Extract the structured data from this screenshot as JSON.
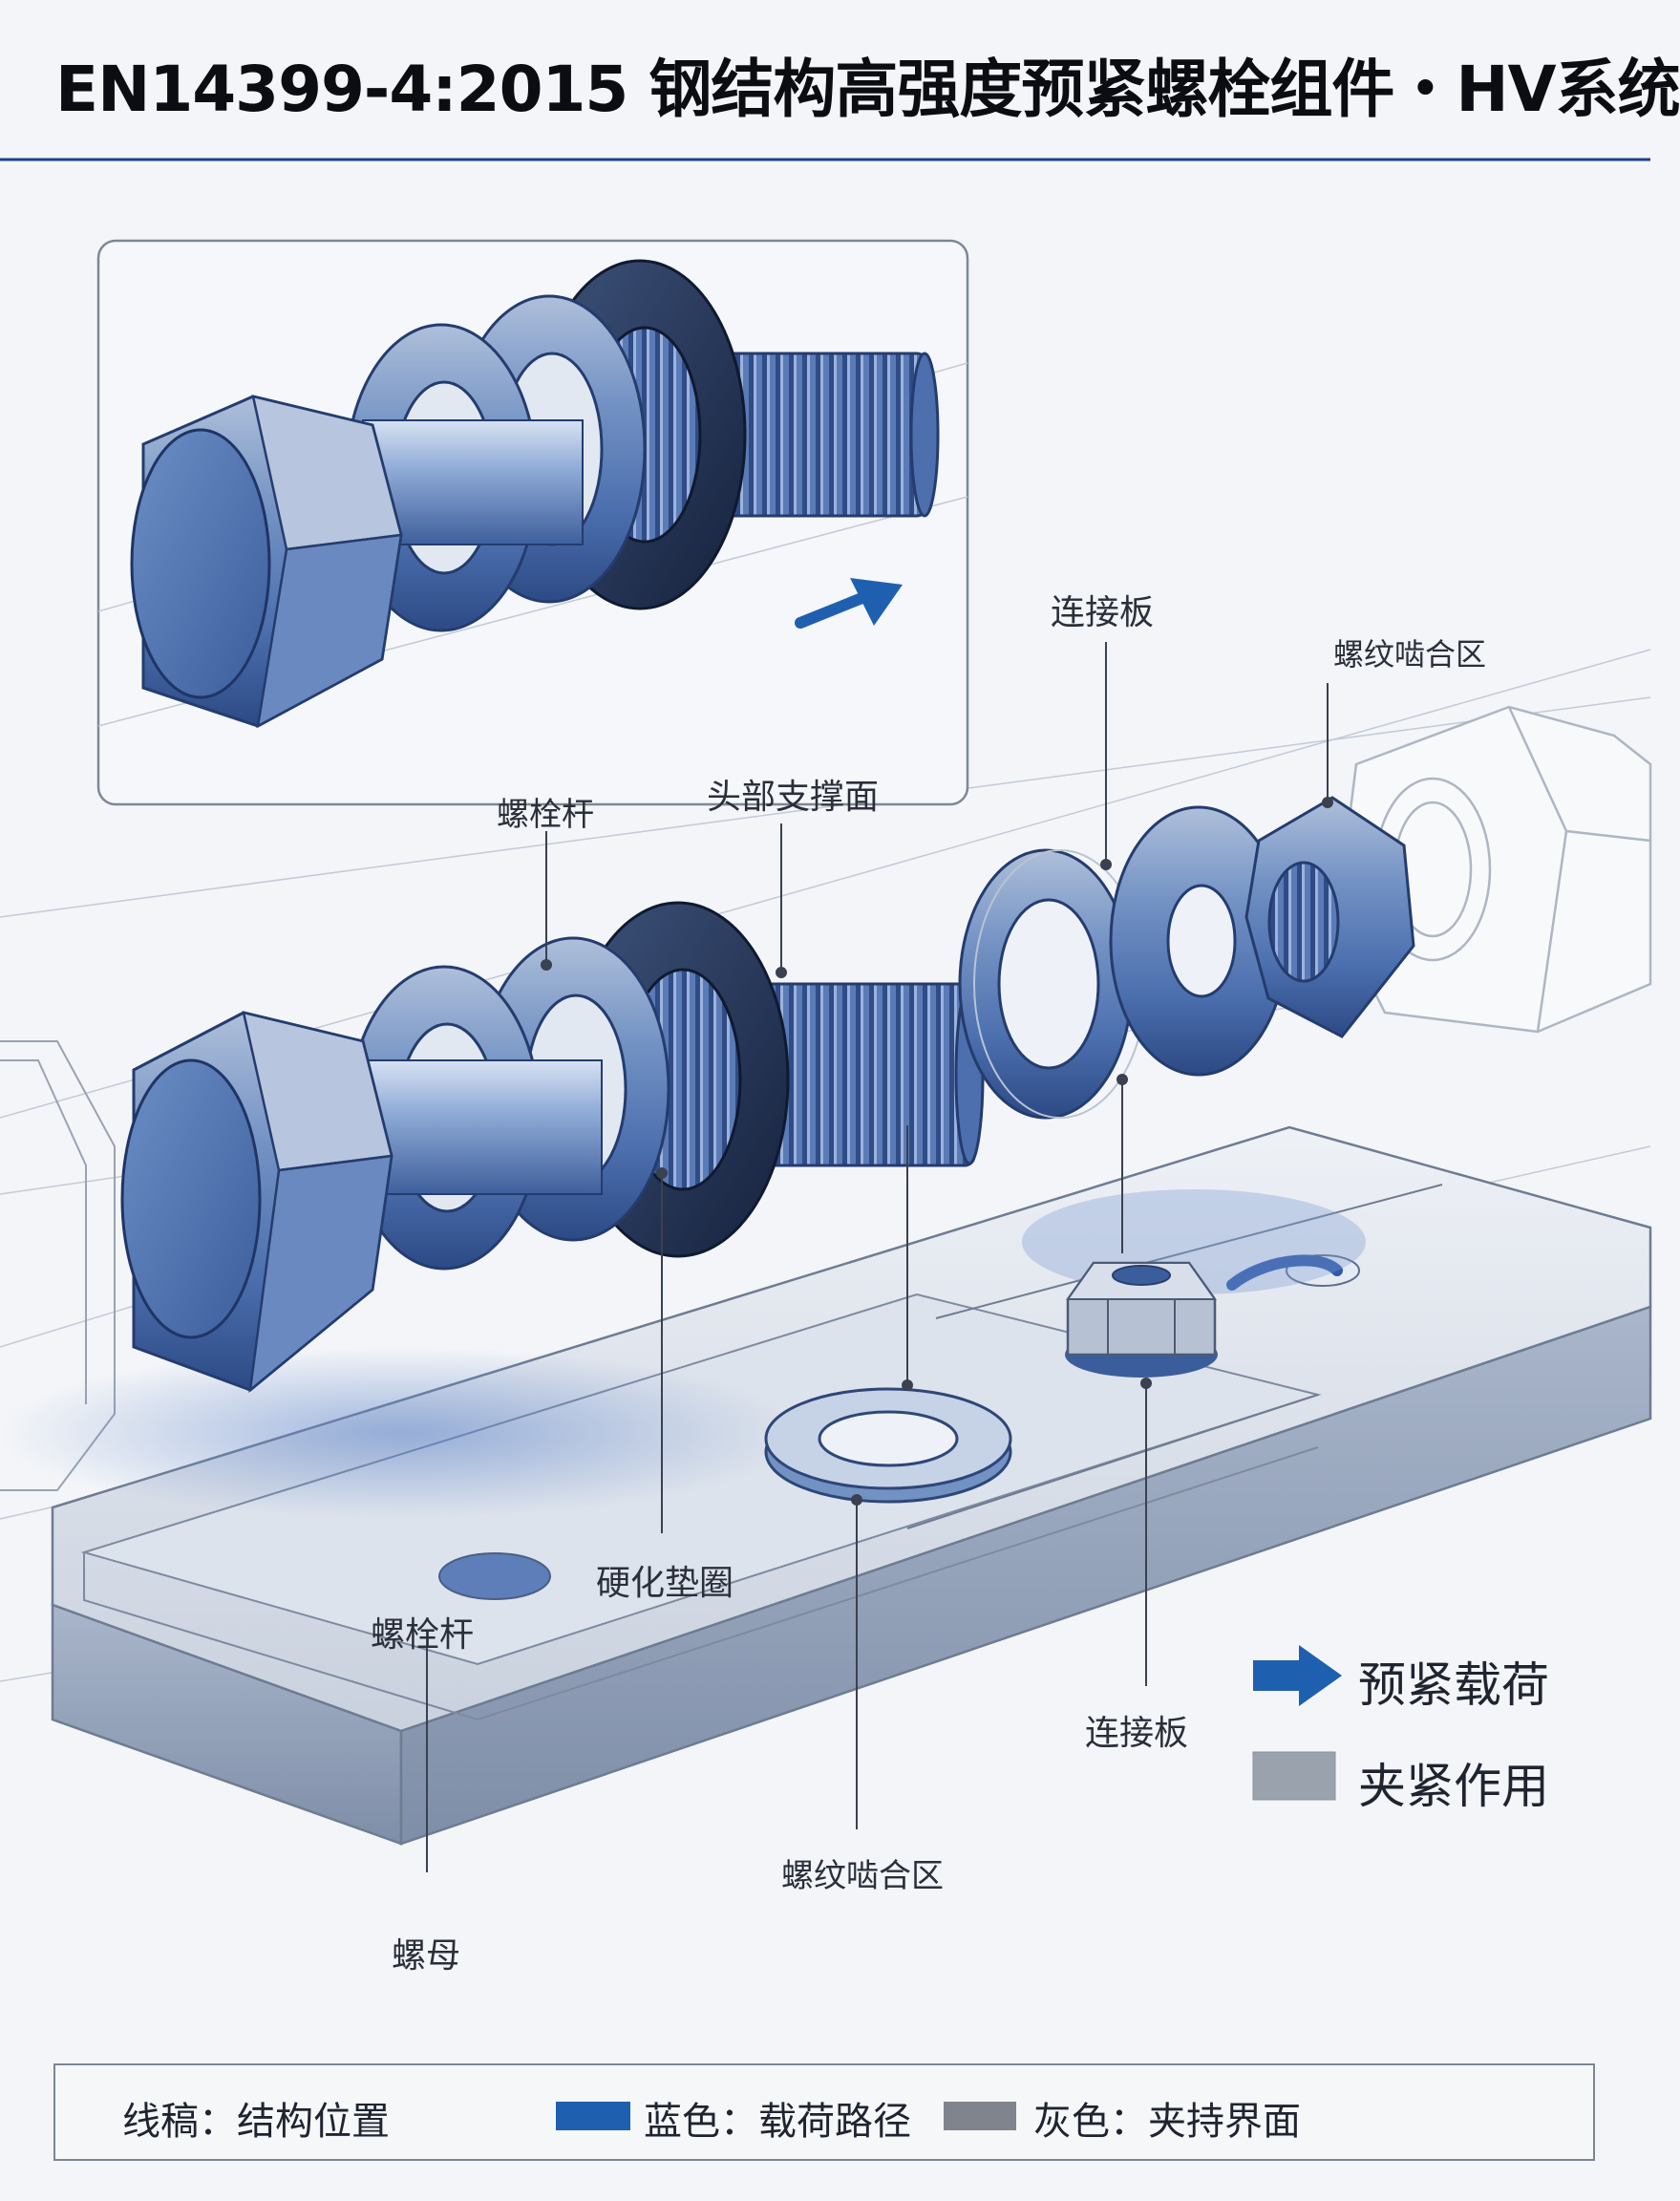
{
  "title": "EN14399-4:2015 钢结构高强度预紧螺栓组件・HV系统",
  "callouts": {
    "lian_jie_ban_top": "连接板",
    "luo_wen_top": "螺纹啮合区",
    "luo_shuan_gan_upper": "螺栓杆",
    "tou_bu": "头部支撑面",
    "ying_hua": "硬化垫圈",
    "luo_shuan_gan_lower": "螺栓杆",
    "lian_jie_ban_bottom": "连接板",
    "luo_wen_bottom": "螺纹啮合区",
    "luo_mu": "螺母"
  },
  "legend": {
    "preload": "预紧载荷",
    "clamping": "夹紧作用"
  },
  "footer": {
    "line": "线稿：结构位置",
    "blue": "蓝色：载荷路径",
    "gray": "灰色：夹持界面"
  },
  "colors": {
    "blue_accent": "#1f5fb0",
    "steel_blue": "#4d74b4",
    "gray_swatch": "#9aa2ae",
    "title_rule": "#1f3f86"
  }
}
